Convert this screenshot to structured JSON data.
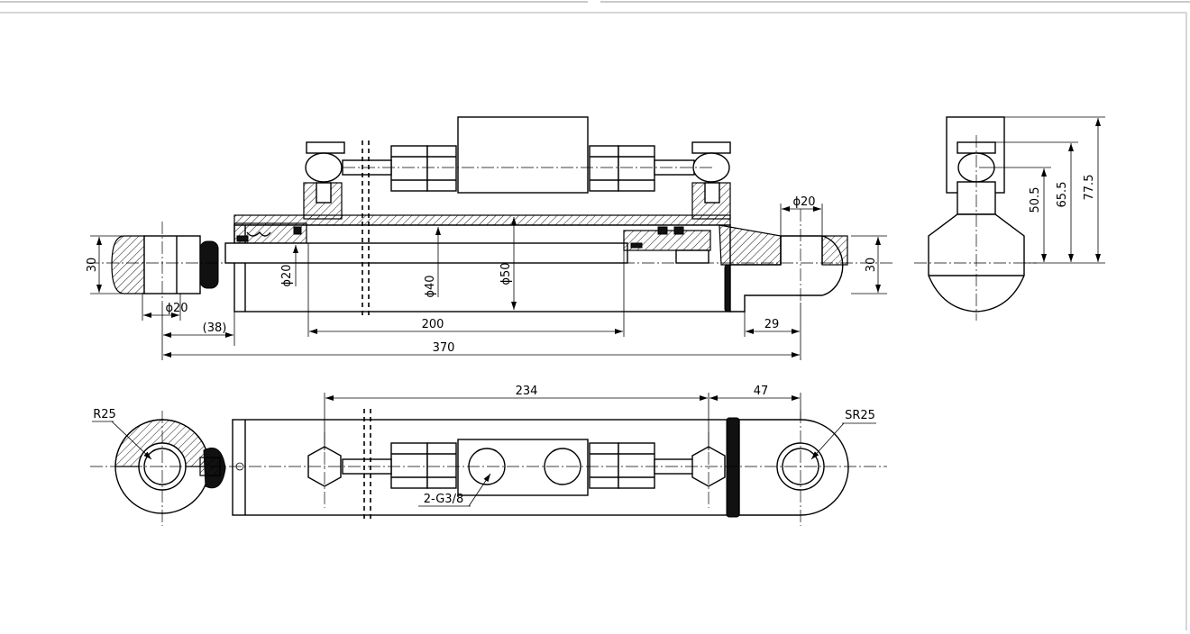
{
  "dimensions": {
    "d_phi20_left": "ϕ20",
    "d_38": "(38)",
    "d_phi20_rod": "ϕ20",
    "d_phi40": "ϕ40",
    "d_phi50": "ϕ50",
    "d_200": "200",
    "d_370": "370",
    "d_29": "29",
    "d_phi20_right": "ϕ20",
    "d_30_left": "30",
    "d_30_right": "30",
    "d_234": "234",
    "d_47": "47",
    "d_R25": "R25",
    "d_SR25": "SR25",
    "d_ports": "2-G3/8",
    "d_50_5": "50.5",
    "d_65_5": "65.5",
    "d_77_5": "77.5"
  }
}
